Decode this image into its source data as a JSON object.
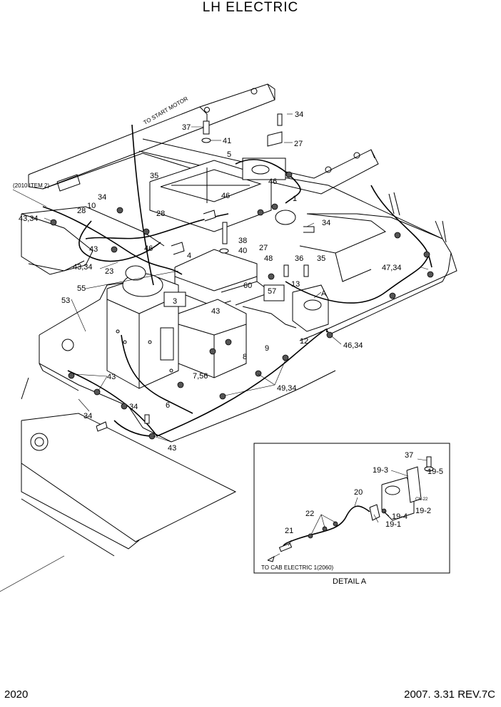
{
  "title": "LH ELECTRIC",
  "page_number": "2020",
  "date_rev": "2007. 3.31  REV.7C",
  "notes": {
    "to_start_motor": "TO START MOTOR",
    "ref_item": "(2010 ITEM 2)",
    "to_cab": "TO CAB ELECTRIC 1(2060)",
    "detail_caption": "DETAIL  A",
    "detail_marker": "A",
    "cn22": "CN-22"
  },
  "callouts": {
    "c34_top": "34",
    "c27_top": "27",
    "c37": "37",
    "c41": "41",
    "c5": "5",
    "c35a": "35",
    "c46a": "46",
    "c46b": "46",
    "c1": "1",
    "c34b": "34",
    "c10": "10",
    "c28a": "28",
    "c28b": "28",
    "c4334a": "43,34",
    "c34c": "34",
    "c46c": "46",
    "c43a": "43",
    "c4334b": "43,34",
    "c23": "23",
    "c4": "4",
    "c38": "38",
    "c40": "40",
    "c27b": "27",
    "c48": "48",
    "c36": "36",
    "c35b": "35",
    "c4734": "47,34",
    "c55": "55",
    "c53": "53",
    "c3": "3",
    "c60": "60",
    "c57": "57",
    "c13": "13",
    "c43b": "43",
    "c12": "12",
    "c4634": "46,34",
    "c9": "9",
    "c8": "8",
    "c756": "7,56",
    "c43c": "43",
    "c34d": "34",
    "c4934": "49,34",
    "c6": "6",
    "c34e": "34",
    "c43d": "43"
  },
  "detail_callouts": {
    "d37": "37",
    "d193": "19-3",
    "d195": "19-5",
    "d20": "20",
    "d22": "22",
    "d194": "19-4",
    "d192": "19-2",
    "d191": "19-1",
    "d21": "21"
  }
}
